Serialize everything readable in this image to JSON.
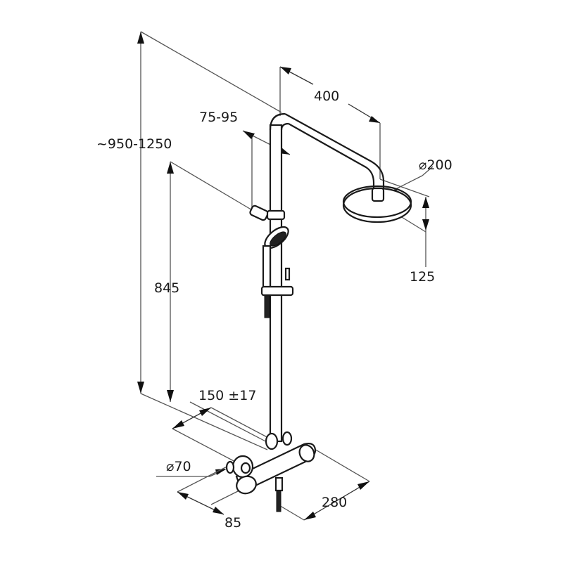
{
  "drawing": {
    "subject": "Shower system with thermostatic mixer, overhead shower and hand shower on slide rail",
    "units": "mm"
  },
  "dimensions": {
    "total_height": "~950-1250",
    "head_arm_projection": "400",
    "holder_offset": "75-95",
    "head_diameter": "⌀200",
    "head_height": "125",
    "holder_height": "845",
    "inlet_spacing": "150 ±17",
    "eccentric_diameter": "⌀70",
    "wall_projection": "85",
    "mixer_width": "280"
  },
  "colors": {
    "line": "#1a1a1a",
    "dimension_line": "#555555",
    "background": "#ffffff"
  }
}
